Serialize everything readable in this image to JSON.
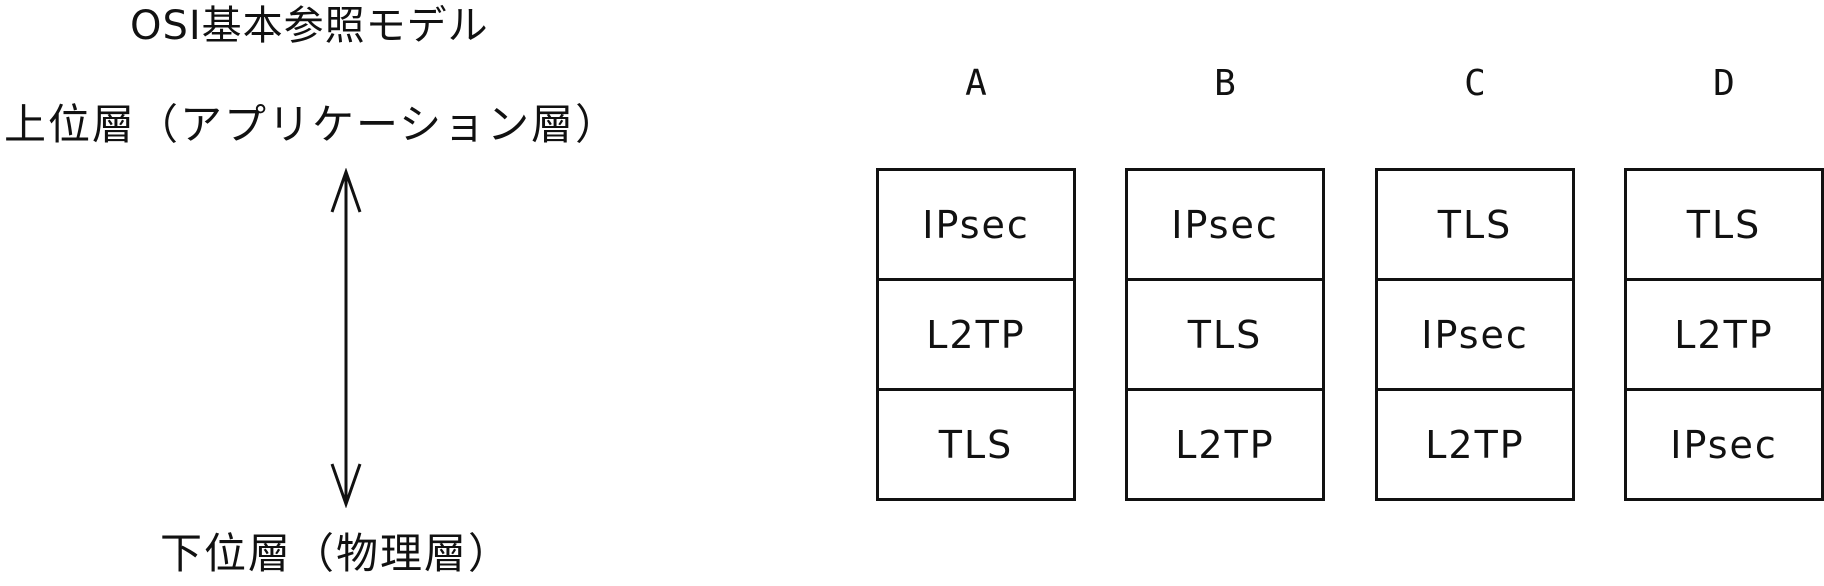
{
  "osi_model": {
    "title": "OSI基本参照モデル",
    "upper_layer": "上位層（アプリケーション層）",
    "lower_layer": "下位層（物理層）"
  },
  "stacks": [
    {
      "label": "A",
      "layers": [
        "IPsec",
        "L2TP",
        "TLS"
      ]
    },
    {
      "label": "B",
      "layers": [
        "IPsec",
        "TLS",
        "L2TP"
      ]
    },
    {
      "label": "C",
      "layers": [
        "TLS",
        "IPsec",
        "L2TP"
      ]
    },
    {
      "label": "D",
      "layers": [
        "TLS",
        "L2TP",
        "IPsec"
      ]
    }
  ]
}
